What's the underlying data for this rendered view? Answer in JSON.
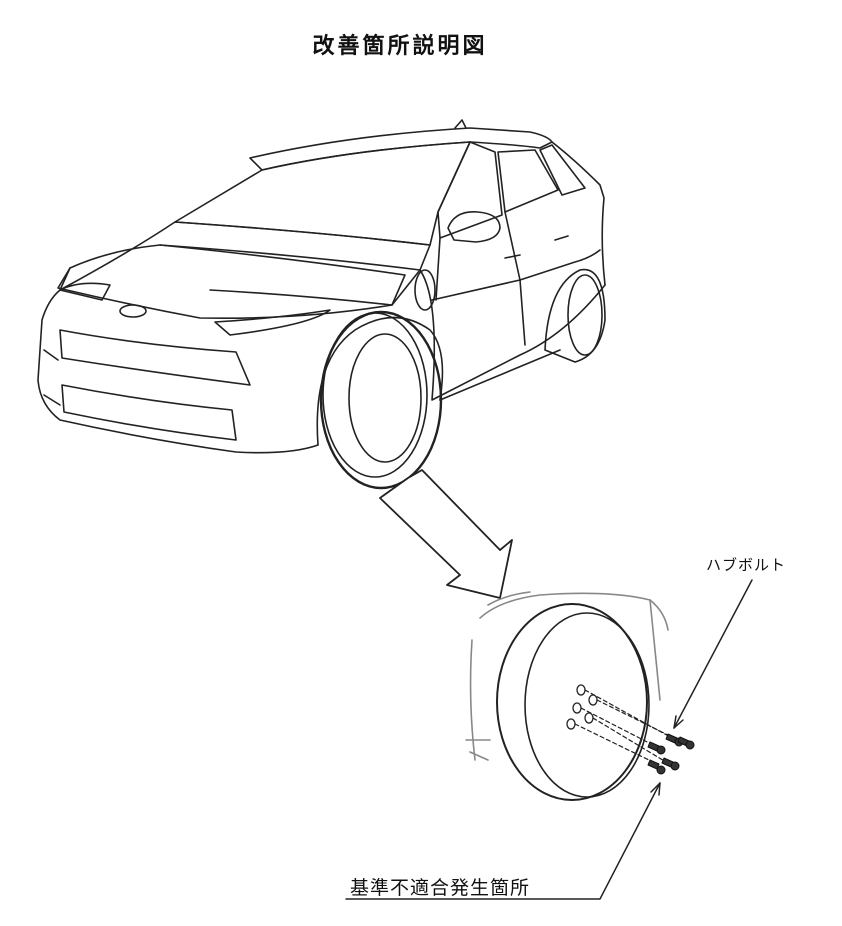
{
  "title": "改善箇所説明図",
  "labels": {
    "hub_bolt": "ハブボルト",
    "nonconformity_location": "基準不適合発生箇所"
  }
}
